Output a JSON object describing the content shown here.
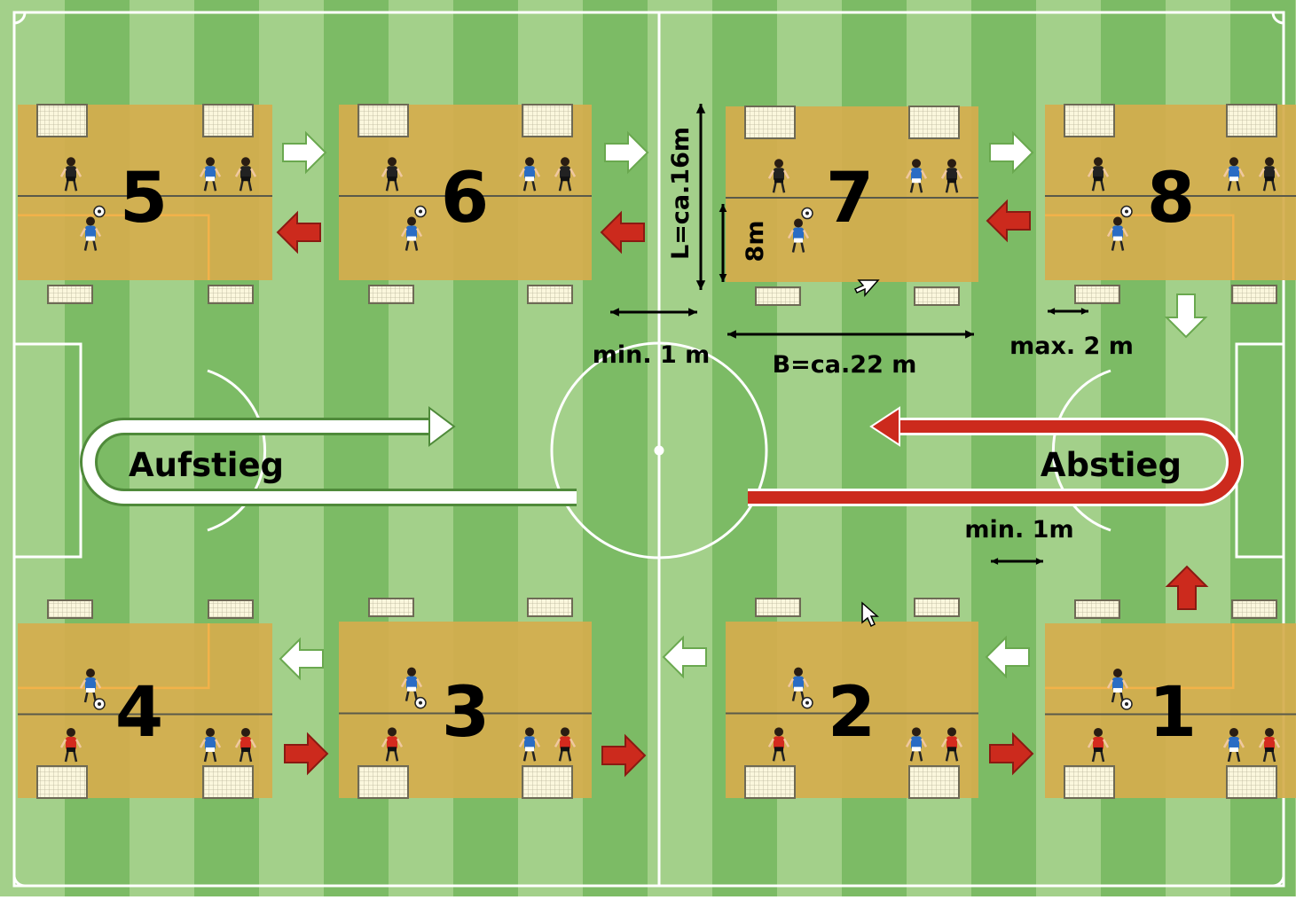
{
  "fields": [
    {
      "id": "field-5",
      "number": "5"
    },
    {
      "id": "field-6",
      "number": "6"
    },
    {
      "id": "field-7",
      "number": "7"
    },
    {
      "id": "field-8",
      "number": "8"
    },
    {
      "id": "field-4",
      "number": "4"
    },
    {
      "id": "field-3",
      "number": "3"
    },
    {
      "id": "field-2",
      "number": "2"
    },
    {
      "id": "field-1",
      "number": "1"
    }
  ],
  "labels": {
    "length": "L=ca.16m",
    "half_length": "8m",
    "gap_min": "min. 1 m",
    "width": "B=ca.22 m",
    "gap_max": "max. 2 m",
    "gap_min_lower": "min. 1m",
    "promotion": "Aufstieg",
    "relegation": "Abstieg"
  },
  "colors": {
    "stripe_light": "#a3d08a",
    "stripe_dark": "#7cbb65",
    "mini_field": "#d4ad4e",
    "arrow_white": "#ffffff",
    "arrow_red": "#cc2a1d",
    "team_red": "#d42a1e",
    "team_blue": "#2a6cc4"
  },
  "icons": [
    "goal-icon",
    "player-icon",
    "ball-icon",
    "cursor-icon"
  ]
}
